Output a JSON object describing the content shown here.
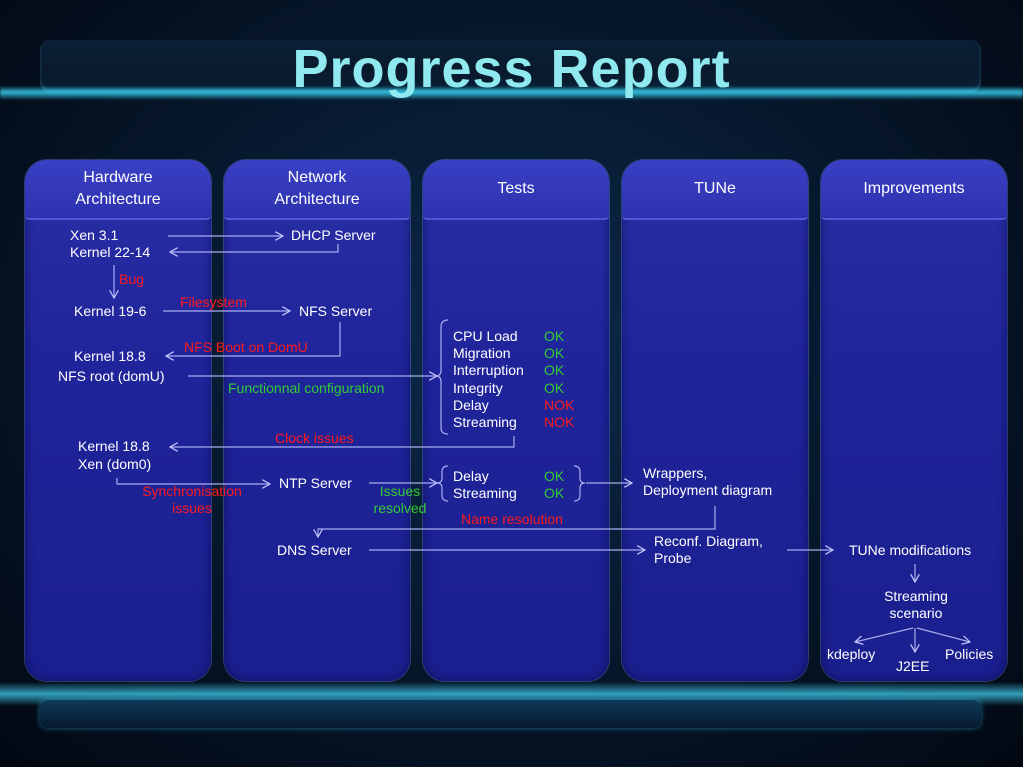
{
  "title": "Progress Report",
  "columns": [
    {
      "label": "Hardware\nArchitecture"
    },
    {
      "label": "Network\nArchitecture"
    },
    {
      "label": "Tests"
    },
    {
      "label": "TUNe"
    },
    {
      "label": "Improvements"
    }
  ],
  "nodes": {
    "xen31": "Xen 3.1",
    "kernel2214": "Kernel 22-14",
    "dhcp": "DHCP Server",
    "bug": "Bug",
    "filesystem": "Filesystem",
    "kernel196": "Kernel 19-6",
    "nfs_server": "NFS Server",
    "kernel188_a": "Kernel 18.8",
    "nfs_root": "NFS root (domU)",
    "nfs_boot": "NFS Boot on DomU",
    "func_config": "Functionnal configuration",
    "clock_issues": "Clock issues",
    "kernel188_b": "Kernel 18.8",
    "xen_dom0": "Xen (dom0)",
    "sync_issues": "Synchronisation\nissues",
    "ntp": "NTP Server",
    "issues_resolved": "Issues\nresolved",
    "name_resolution": "Name resolution",
    "dns": "DNS Server",
    "wrappers": "Wrappers,\nDeployment diagram",
    "reconf": "Reconf. Diagram,\nProbe",
    "tune_mod": "TUNe modifications",
    "streaming_scenario": "Streaming\nscenario",
    "kdeploy": "kdeploy",
    "j2ee": "J2EE",
    "policies": "Policies"
  },
  "tests_block1": [
    {
      "name": "CPU Load",
      "status": "OK"
    },
    {
      "name": "Migration",
      "status": "OK"
    },
    {
      "name": "Interruption",
      "status": "OK"
    },
    {
      "name": "Integrity",
      "status": "OK"
    },
    {
      "name": "Delay",
      "status": "NOK"
    },
    {
      "name": "Streaming",
      "status": "NOK"
    }
  ],
  "tests_block2": [
    {
      "name": "Delay",
      "status": "OK"
    },
    {
      "name": "Streaming",
      "status": "OK"
    }
  ],
  "colors": {
    "ok": "#33cc33",
    "nok": "#ff1a1a",
    "issue": "#ff1a1a",
    "title": "#8fe9ee",
    "column": "#1f249a"
  }
}
